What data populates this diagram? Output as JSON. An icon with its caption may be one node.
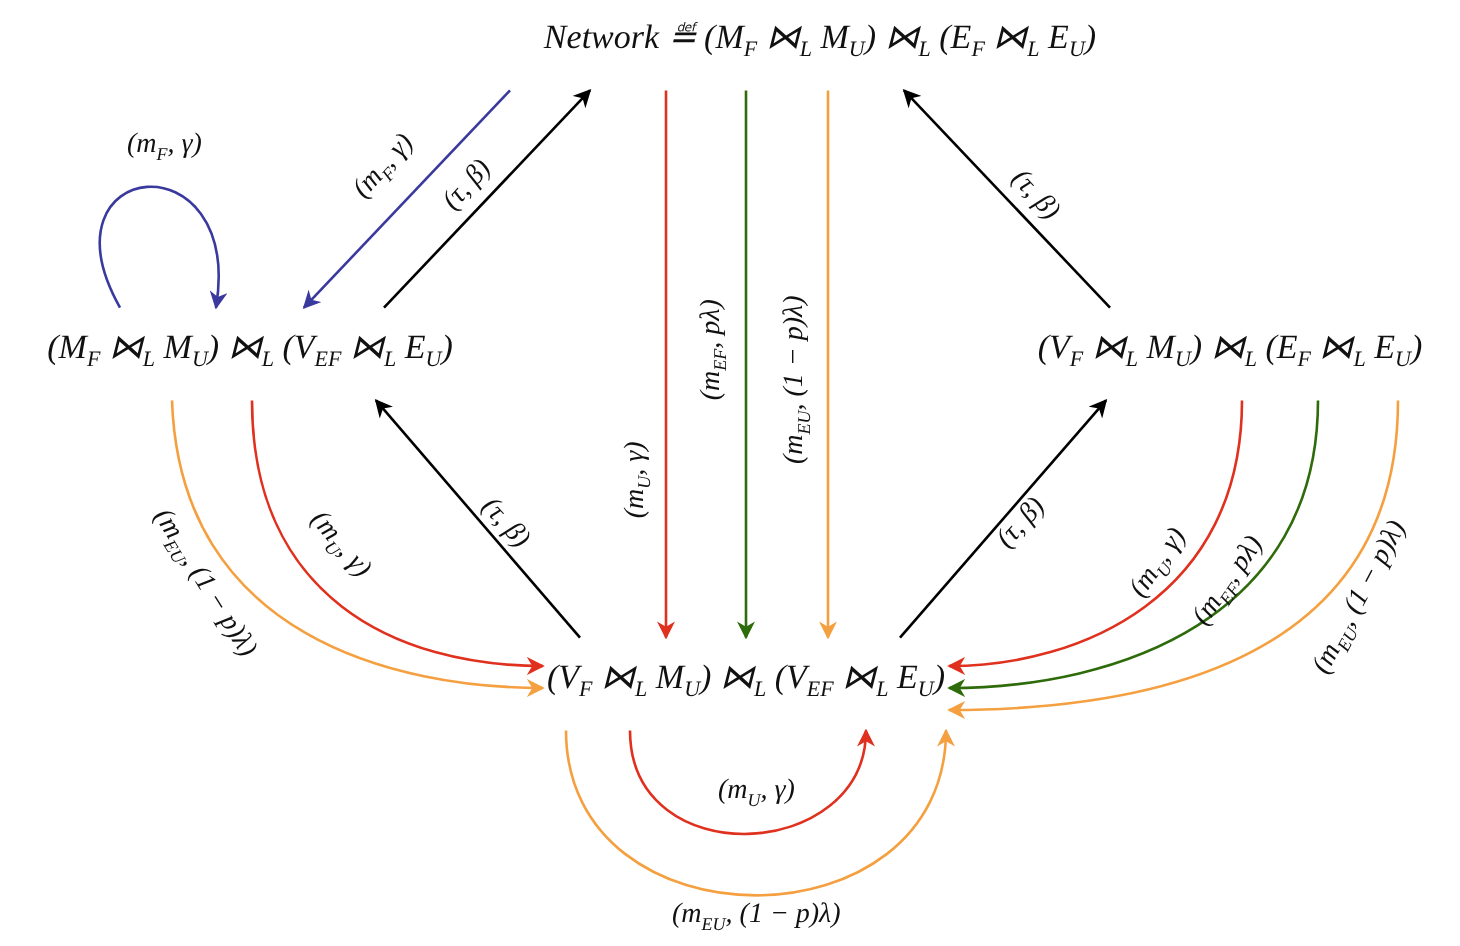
{
  "diagram": {
    "nodes": [
      {
        "text": [
          "Network ≝ (M$_{F}$ ⋈$_{L}$ M$_{U}$) ⋈$_{L}$ (E$_{F}$ ⋈$_{L}$ E$_{U}$)"
        ]
      },
      {
        "text": [
          "(M$_{F}$ ⋈$_{L}$ M$_{U}$) ⋈$_{L}$ (V$_{E}$$_{F}$ ⋈$_{L}$ E$_{U}$)"
        ]
      },
      {
        "text": [
          "(V$_{F}$ ⋈$_{L}$ M$_{U}$) ⋈$_{L}$ (E$_{F}$ ⋈$_{L}$ E$_{U}$)"
        ]
      },
      {
        "text": [
          "(V$_{F}$ ⋈$_{L}$ M$_{U}$) ⋈$_{L}$ (V$_{E}$$_{F}$ ⋈$_{L}$ E$_{U}$)"
        ]
      }
    ],
    "edges": [
      {
        "from": 1,
        "to": 1,
        "arrow": "to",
        "label": "(m$_{F}$, γ)",
        "color": "#3a3a9e"
      },
      {
        "from": 0,
        "to": 1,
        "arrow": "to",
        "label": "(m$_{F}$, γ)",
        "color": "#3a3a9e"
      },
      {
        "from": 1,
        "to": 0,
        "arrow": "to",
        "label": "(τ, β)",
        "color": "#000000"
      },
      {
        "from": 3,
        "to": 1,
        "arrow": "to",
        "label": "(τ, β)",
        "color": "#000000"
      },
      {
        "from": 0,
        "to": 3,
        "arrow": "to",
        "label": "(m$_{U}$, γ)",
        "color": "#e0301e"
      },
      {
        "from": 0,
        "to": 3,
        "arrow": "to",
        "label": "(m$_{E}$$_{F}$, pλ)",
        "color": "#2e6b0a"
      },
      {
        "from": 0,
        "to": 3,
        "arrow": "to",
        "label": "(m$_{E}$$_{U}$, (1 − p)λ)",
        "color": "#f5a040"
      },
      {
        "from": 2,
        "to": 0,
        "arrow": "to",
        "label": "(τ, β)",
        "color": "#000000"
      },
      {
        "from": 3,
        "to": 2,
        "arrow": "to",
        "label": "(τ, β)",
        "color": "#000000"
      },
      {
        "from": 1,
        "to": 3,
        "arrow": "to",
        "label": "(m$_{U}$, γ)",
        "color": "#e0301e"
      },
      {
        "from": 1,
        "to": 3,
        "arrow": "to",
        "label": "(m$_{E}$$_{U}$, (1 − p)λ)",
        "color": "#f5a040"
      },
      {
        "from": 2,
        "to": 3,
        "arrow": "to",
        "label": "(m$_{U}$, γ)",
        "color": "#e0301e"
      },
      {
        "from": 2,
        "to": 3,
        "arrow": "to",
        "label": "(m$_{E}$$_{F}$, pλ)",
        "color": "#2e6b0a"
      },
      {
        "from": 2,
        "to": 3,
        "arrow": "to",
        "label": "(m$_{E}$$_{U}$, (1 − p)λ)",
        "color": "#f5a040"
      },
      {
        "from": 3,
        "to": 3,
        "arrow": "to",
        "label": "(m$_{U}$, γ)",
        "color": "#e0301e"
      },
      {
        "from": 3,
        "to": 3,
        "arrow": "to",
        "label": "(m$_{E}$$_{U}$, (1 − p)λ)",
        "color": "#f5a040"
      }
    ]
  }
}
